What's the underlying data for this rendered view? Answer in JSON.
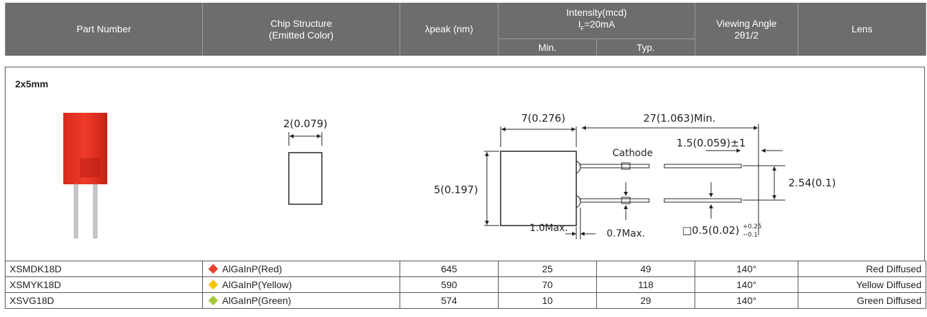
{
  "header": {
    "part_number": "Part Number",
    "chip_structure_line1": "Chip Structure",
    "chip_structure_line2": "(Emitted Color)",
    "peak": "λpeak (nm)",
    "intensity_line1": "Intensity(mcd)",
    "intensity_line2_main": "I",
    "intensity_line2_sub": "F",
    "intensity_line2_rest": "=20mA",
    "min": "Min.",
    "typ": "Typ.",
    "viewing_angle_line1": "Viewing Angle",
    "viewing_angle_line2": "2θ1/2",
    "lens": "Lens"
  },
  "section": {
    "title": "2x5mm",
    "dims": {
      "chip_width": "2(0.079)",
      "body_length": "7(0.276)",
      "lead_length": "27(1.063)Min.",
      "lead_offset": "1.5(0.059)±1",
      "cathode": "Cathode",
      "height": "5(0.197)",
      "pitch": "2.54(0.1)",
      "flange": "1.0Max.",
      "lead_max": "0.7Max.",
      "lead_square": "□0.5(0.02)",
      "tol_plus": "+0.25",
      "tol_minus": "−0.1"
    }
  },
  "rows": [
    {
      "part": "XSMDK18D",
      "chip": "AlGaInP(Red)",
      "color": "#e8432a",
      "peak": "645",
      "min": "25",
      "typ": "49",
      "angle": "140°",
      "lens": "Red Diffused"
    },
    {
      "part": "XSMYK18D",
      "chip": "AlGaInP(Yellow)",
      "color": "#f5c400",
      "peak": "590",
      "min": "70",
      "typ": "118",
      "angle": "140°",
      "lens": "Yellow Diffused"
    },
    {
      "part": "XSVG18D",
      "chip": "AlGaInP(Green)",
      "color": "#a6c93a",
      "peak": "574",
      "min": "10",
      "typ": "29",
      "angle": "140°",
      "lens": "Green Diffused"
    }
  ]
}
